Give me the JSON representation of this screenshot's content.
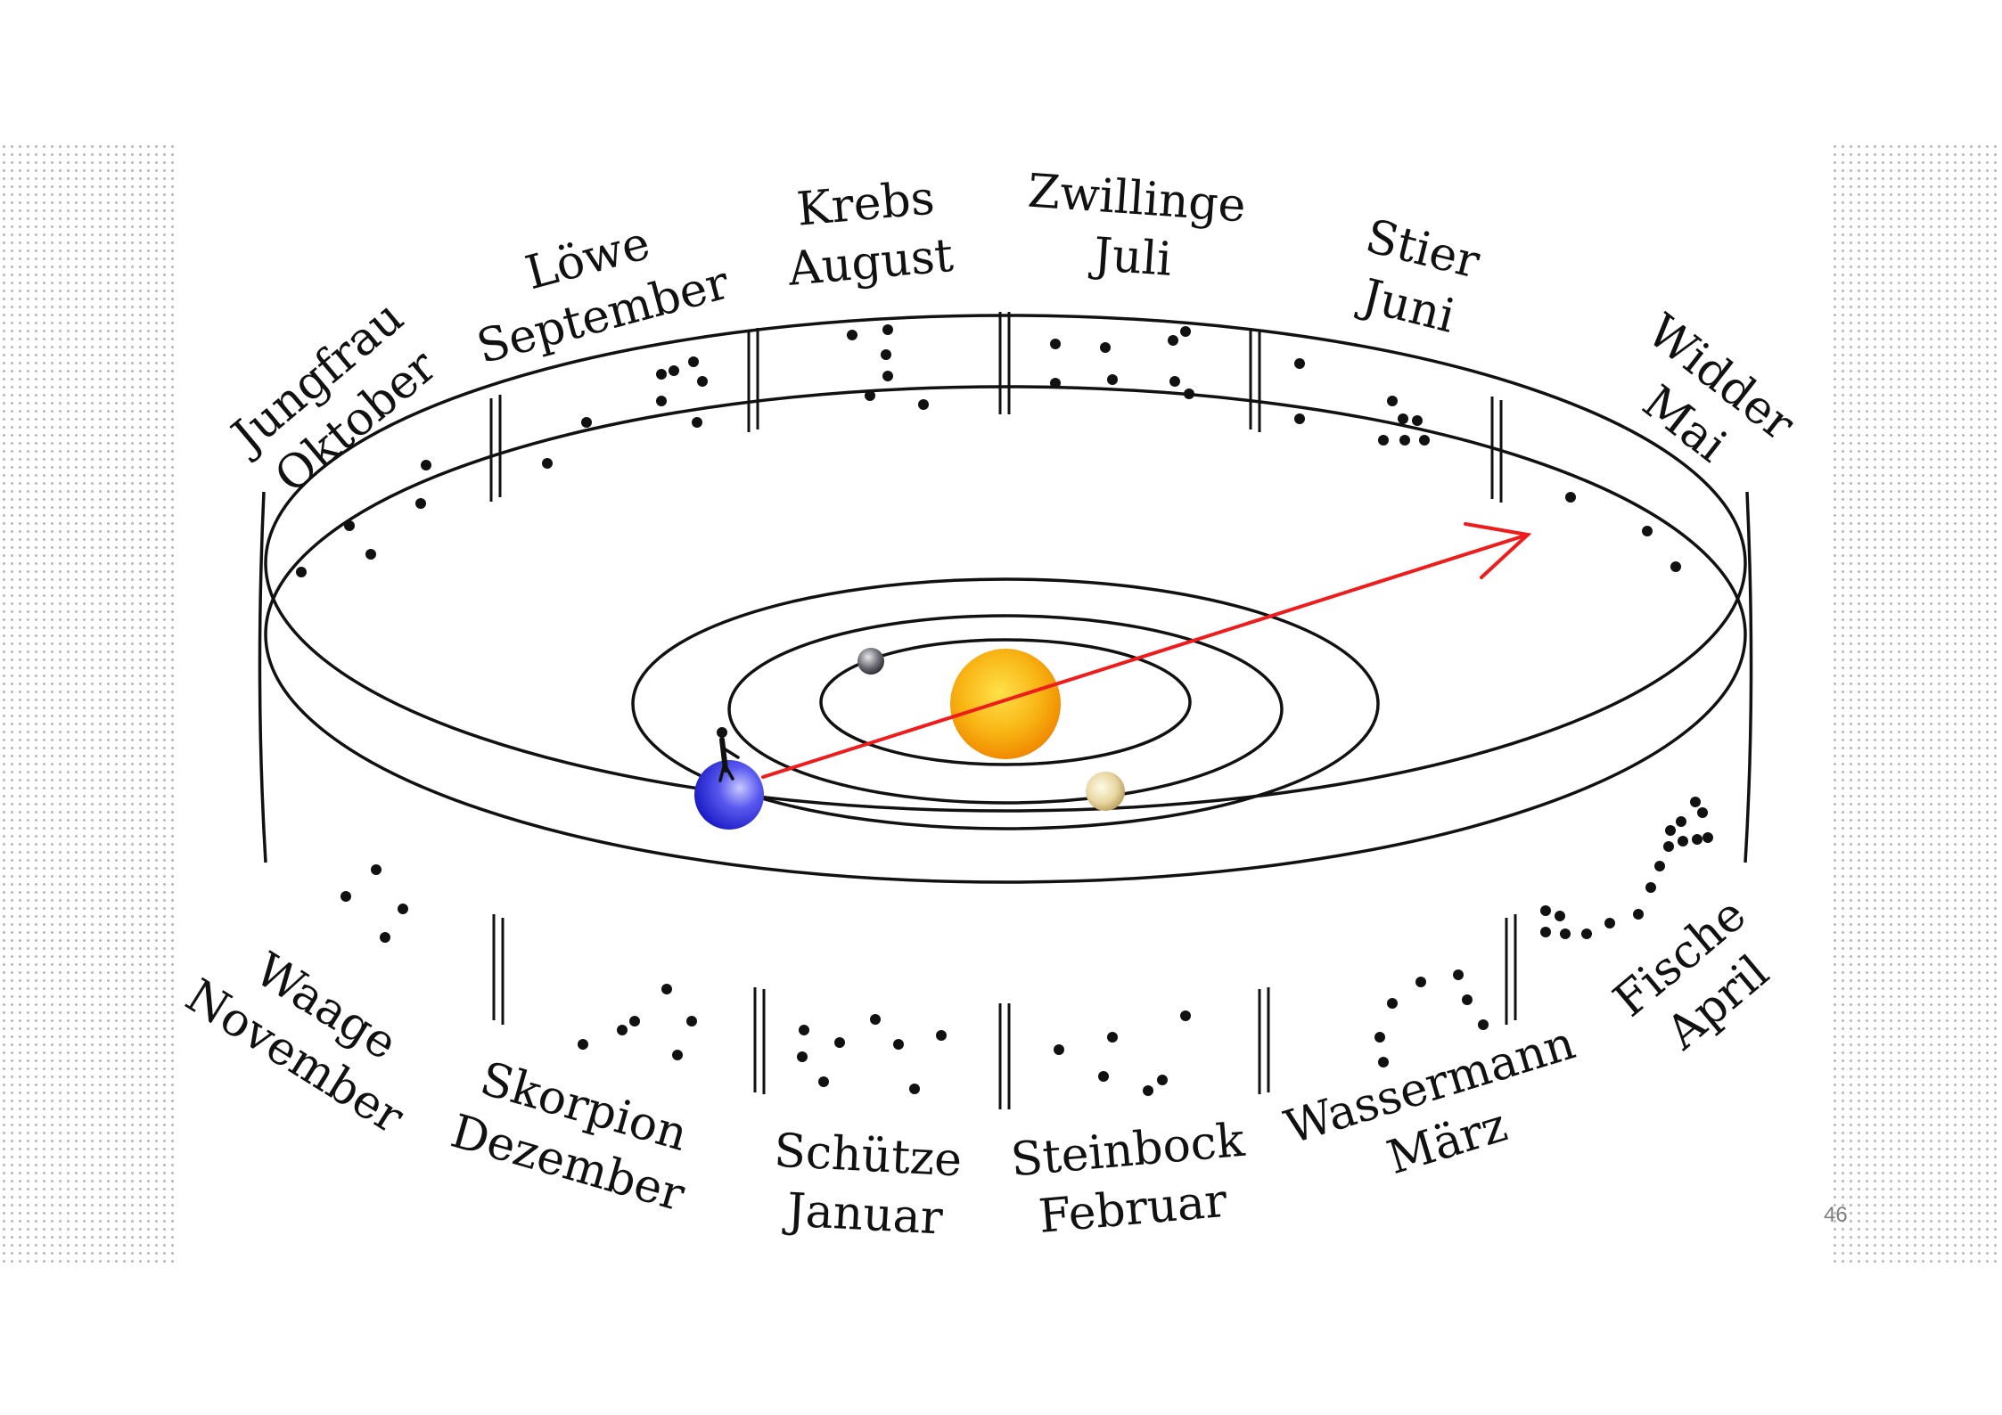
{
  "slide": {
    "number": "46"
  },
  "zodiac": [
    {
      "sign": "Jungfrau",
      "month": "Oktober"
    },
    {
      "sign": "Löwe",
      "month": "September"
    },
    {
      "sign": "Krebs",
      "month": "August"
    },
    {
      "sign": "Zwillinge",
      "month": "Juli"
    },
    {
      "sign": "Stier",
      "month": "Juni"
    },
    {
      "sign": "Widder",
      "month": "Mai"
    },
    {
      "sign": "Waage",
      "month": "November"
    },
    {
      "sign": "Skorpion",
      "month": "Dezember"
    },
    {
      "sign": "Schütze",
      "month": "Januar"
    },
    {
      "sign": "Steinbock",
      "month": "Februar"
    },
    {
      "sign": "Wassermann",
      "month": "März"
    },
    {
      "sign": "Fische",
      "month": "April"
    }
  ],
  "colors": {
    "sun": "#f5a000",
    "earth": "#3535e0",
    "arrow": "#ee1c1c",
    "outline": "#111111"
  }
}
